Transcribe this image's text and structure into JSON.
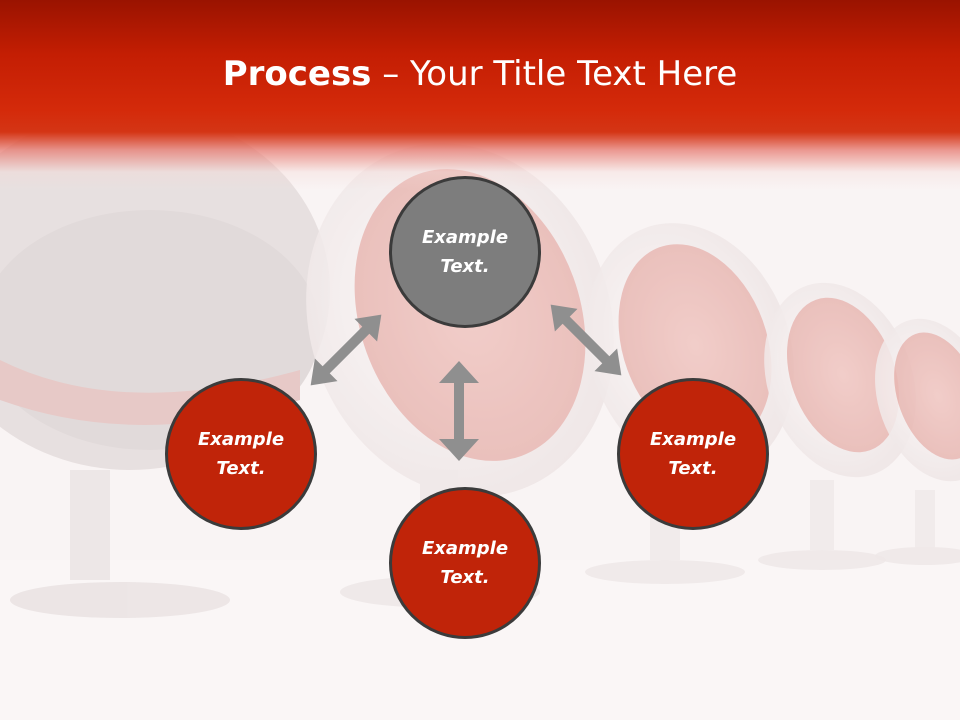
{
  "title": {
    "bold": "Process",
    "rest": " – Your Title Text Here"
  },
  "nodes": [
    {
      "id": "top",
      "label": "Example Text.",
      "color": "#7d7d7d"
    },
    {
      "id": "left",
      "label": "Example Text.",
      "color": "#c02409"
    },
    {
      "id": "right",
      "label": "Example Text.",
      "color": "#c02409"
    },
    {
      "id": "bottom",
      "label": "Example Text.",
      "color": "#c02409"
    }
  ],
  "colors": {
    "header": "#c41e03",
    "node_red": "#c02409",
    "node_gray": "#7d7d7d",
    "arrow": "#8f8f8f",
    "background": "#f6eeee"
  },
  "icons": [
    "double-arrow-icon"
  ]
}
